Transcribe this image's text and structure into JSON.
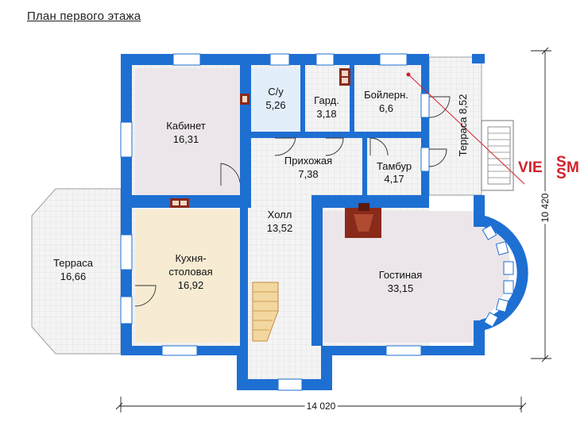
{
  "page": {
    "title": "План первого этажа"
  },
  "rooms": [
    {
      "id": "office",
      "name": "Кабинет",
      "area": "16,31"
    },
    {
      "id": "wc",
      "name": "С/у",
      "area": "5,26"
    },
    {
      "id": "wardrobe",
      "name": "Гард.",
      "area": "3,18"
    },
    {
      "id": "boiler",
      "name": "Бойлерн.",
      "area": "6,6"
    },
    {
      "id": "hallway",
      "name": "Прихожая",
      "area": "7,38"
    },
    {
      "id": "vestibule",
      "name": "Тамбур",
      "area": "4,17"
    },
    {
      "id": "hall",
      "name": "Холл",
      "area": "13,52"
    },
    {
      "id": "kitchen",
      "name": "Кухня-",
      "name2": "столовая",
      "area": "16,92"
    },
    {
      "id": "living",
      "name": "Гостиная",
      "area": "33,15"
    },
    {
      "id": "terrace-left",
      "name": "Терраса",
      "area": "16,66"
    },
    {
      "id": "terrace-right",
      "name": "Терраса 8,52"
    }
  ],
  "dimensions": {
    "width": "14 020",
    "depth": "10 420"
  },
  "logo": {
    "text_a": "VIE",
    "text_b": "M",
    "text_s": "S"
  },
  "colors": {
    "wall": "#1e6fd2",
    "window": "#ffffff",
    "kitchen": "#f7ecd3",
    "office": "#ece6ea",
    "living": "#ece6ea",
    "wc": "#e3eefb",
    "floor": "#ececec",
    "logo": "#d4202a"
  }
}
